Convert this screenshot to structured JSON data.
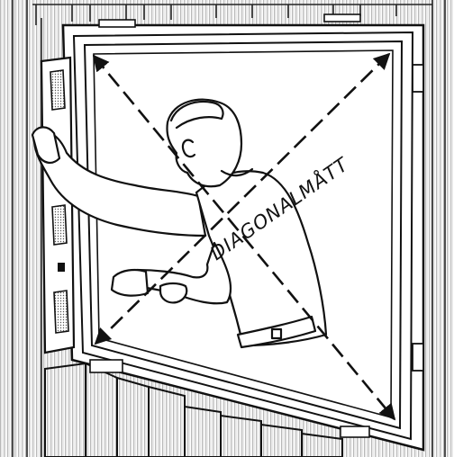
{
  "illustration": {
    "diagonal_label": "DIAGONALMÅTT",
    "colors": {
      "ink": "#111111",
      "wall_hatch": "#8a8a8a",
      "paper": "#ffffff",
      "shade": "#cfcfcf"
    },
    "icons": [
      "window-frame",
      "worker-figure",
      "spirit-level",
      "diagonal-arrows"
    ]
  }
}
